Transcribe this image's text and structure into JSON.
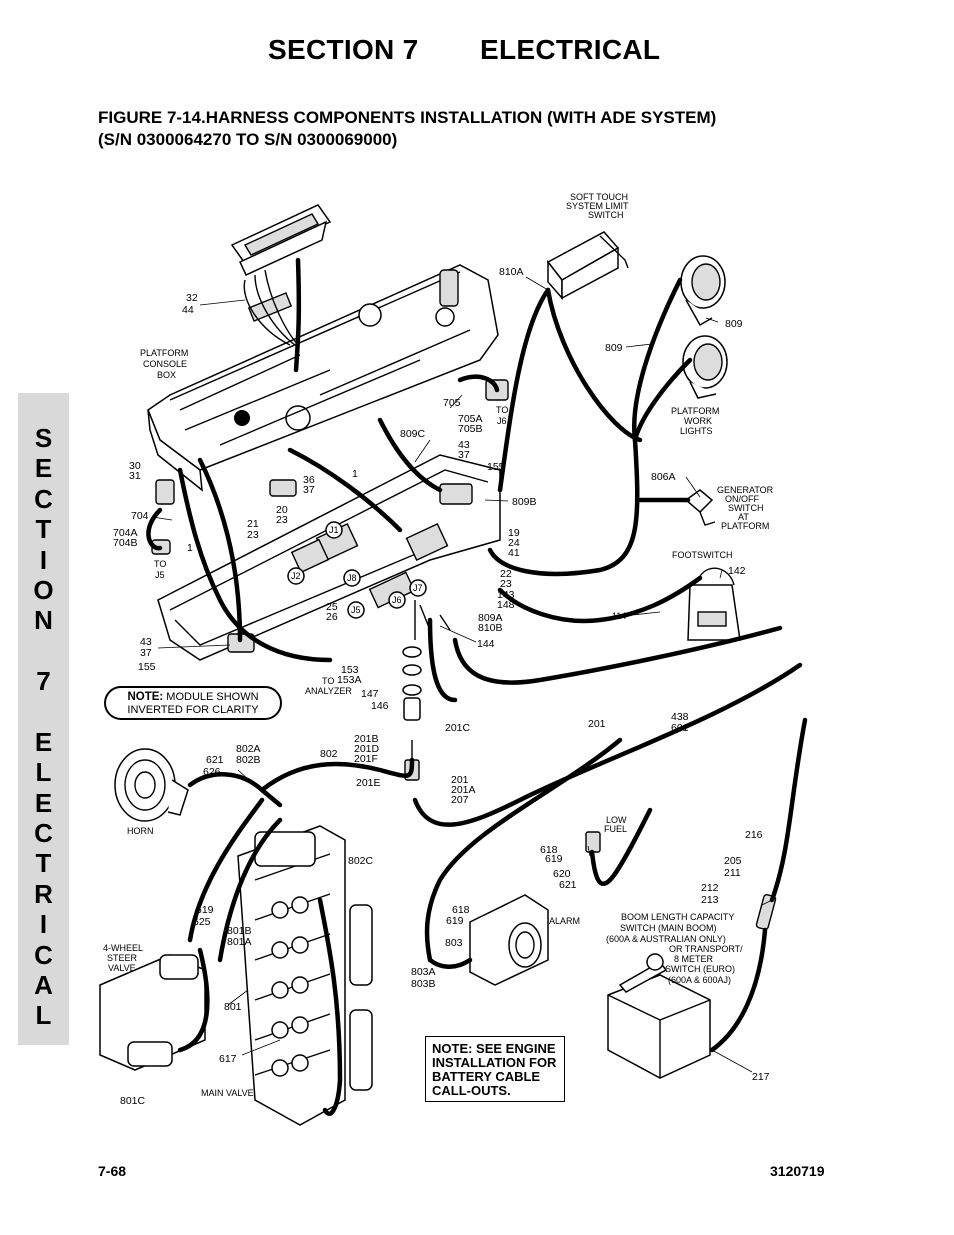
{
  "header": {
    "section_label": "SECTION 7",
    "section_name": "ELECTRICAL",
    "figure_title_line1": "FIGURE 7-14.HARNESS COMPONENTS INSTALLATION (WITH ADE SYSTEM)",
    "figure_title_line2": "(S/N 0300064270 TO S/N 0300069000)"
  },
  "side_tab": {
    "letters": [
      "S",
      "E",
      "C",
      "T",
      "I",
      "O",
      "N",
      " ",
      "7",
      " ",
      "E",
      "L",
      "E",
      "C",
      "T",
      "R",
      "I",
      "C",
      "A",
      "L"
    ]
  },
  "labels": {
    "soft_touch": [
      "SOFT TOUCH",
      "SYSTEM LIMIT",
      "SWITCH"
    ],
    "c810A": "810A",
    "c32": "32",
    "c44": "44",
    "platform_console": [
      "PLATFORM",
      "CONSOLE",
      "BOX"
    ],
    "c809_top": "809",
    "c809_left": "809",
    "c705": "705",
    "c705A": "705A",
    "c705B": "705B",
    "to_j6": [
      "TO",
      "J6"
    ],
    "c809C": "809C",
    "platform_work_lights": [
      "PLATFORM",
      "WORK",
      "LIGHTS"
    ],
    "c43a": "43",
    "c37a": "37",
    "c155a": "155",
    "c30": "30",
    "c31": "31",
    "c36": "36",
    "c37b": "37",
    "c1a": "1",
    "c1b": "1",
    "c806A": "806A",
    "generator_switch": [
      "GENERATOR",
      "ON/OFF",
      "SWITCH",
      "AT",
      "PLATFORM"
    ],
    "c809B": "809B",
    "c704": "704",
    "c704A": "704A",
    "c704B": "704B",
    "c20": "20",
    "c23a": "23",
    "c21": "21",
    "c23b": "23",
    "c19": "19",
    "c24": "24",
    "c41": "41",
    "to_j5": [
      "TO",
      "J5"
    ],
    "footswitch": "FOOTSWITCH",
    "c142": "142",
    "c22": "22",
    "c23c": "23",
    "c143": "143",
    "c148": "148",
    "c25": "25",
    "c26": "26",
    "c809A": "809A",
    "c810B": "810B",
    "c114": "114",
    "c43b": "43",
    "c37c": "37",
    "c155b": "155",
    "c144": "144",
    "c153": "153",
    "c153A": "153A",
    "to_analyzer": [
      "TO",
      "ANALYZER"
    ],
    "c147": "147",
    "c146": "146",
    "c201C": "201C",
    "c201a": "201",
    "c438": "438",
    "c601": "601",
    "c201B": "201B",
    "c201D": "201D",
    "c201F": "201F",
    "c201E": "201E",
    "c621a": "621",
    "c626": "626",
    "c802A": "802A",
    "c802B": "802B",
    "c802": "802",
    "c201b": "201",
    "c201A": "201A",
    "c207": "207",
    "horn": "HORN",
    "low_fuel": [
      "LOW",
      "FUEL"
    ],
    "c618a": "618",
    "c619a": "619",
    "c620": "620",
    "c621b": "621",
    "c216": "216",
    "c802C": "802C",
    "c205": "205",
    "c211": "211",
    "c212": "212",
    "c213": "213",
    "c619b": "619",
    "c625": "625",
    "c618b": "618",
    "c619c": "619",
    "alarm": "ALARM",
    "boom_length": [
      "BOOM LENGTH CAPACITY",
      "SWITCH (MAIN BOOM)",
      "(600A & AUSTRALIAN ONLY)"
    ],
    "c801B": "801B",
    "c801A": "801A",
    "four_wheel": [
      "4-WHEEL",
      "STEER",
      "VALVE"
    ],
    "c803": "803",
    "transport_switch": [
      "OR TRANSPORT/",
      "8 METER",
      "SWITCH (EURO)",
      "(600A & 600AJ)"
    ],
    "c803A": "803A",
    "c803B": "803B",
    "c801": "801",
    "c617": "617",
    "main_valve": "MAIN VALVE",
    "c801C": "801C",
    "c217": "217",
    "j1": "J1",
    "j2": "J2",
    "j5": "J5",
    "j6": "J6",
    "j7": "J7",
    "j8": "J8"
  },
  "notes": {
    "module_bold": "NOTE:",
    "module_rest": " MODULE SHOWN",
    "module_line2": "INVERTED FOR CLARITY",
    "engine": [
      "NOTE: SEE ENGINE",
      "INSTALLATION FOR",
      "BATTERY CABLE",
      "CALL-OUTS."
    ]
  },
  "footer": {
    "page_number": "7-68",
    "document_number": "3120719"
  }
}
